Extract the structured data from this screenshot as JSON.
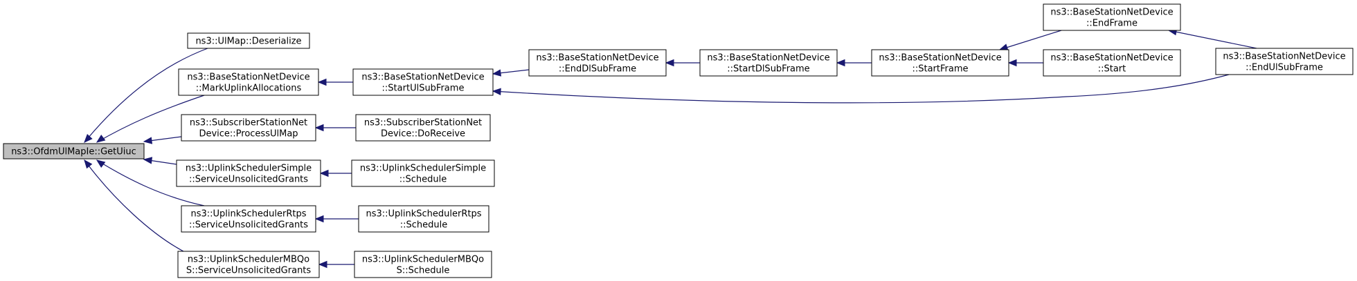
{
  "nodes": {
    "get_uiuc": {
      "lines": [
        "ns3::OfdmUlMapIe::GetUiuc"
      ]
    },
    "ulmap_deserialize": {
      "lines": [
        "ns3::UlMap::Deserialize"
      ]
    },
    "mark_uplink": {
      "lines": [
        "ns3::BaseStationNetDevice",
        "::MarkUplinkAllocations"
      ]
    },
    "process_ulmap": {
      "lines": [
        "ns3::SubscriberStationNet",
        "Device::ProcessUlMap"
      ]
    },
    "simple_grants": {
      "lines": [
        "ns3::UplinkSchedulerSimple",
        "::ServiceUnsolicitedGrants"
      ]
    },
    "rtps_grants": {
      "lines": [
        "ns3::UplinkSchedulerRtps",
        "::ServiceUnsolicitedGrants"
      ]
    },
    "mbqos_grants": {
      "lines": [
        "ns3::UplinkSchedulerMBQo",
        "S::ServiceUnsolicitedGrants"
      ]
    },
    "start_ul_subframe": {
      "lines": [
        "ns3::BaseStationNetDevice",
        "::StartUlSubFrame"
      ]
    },
    "do_receive": {
      "lines": [
        "ns3::SubscriberStationNet",
        "Device::DoReceive"
      ]
    },
    "simple_schedule": {
      "lines": [
        "ns3::UplinkSchedulerSimple",
        "::Schedule"
      ]
    },
    "rtps_schedule": {
      "lines": [
        "ns3::UplinkSchedulerRtps",
        "::Schedule"
      ]
    },
    "mbqos_schedule": {
      "lines": [
        "ns3::UplinkSchedulerMBQo",
        "S::Schedule"
      ]
    },
    "end_dl_subframe": {
      "lines": [
        "ns3::BaseStationNetDevice",
        "::EndDlSubFrame"
      ]
    },
    "start_dl_subframe": {
      "lines": [
        "ns3::BaseStationNetDevice",
        "::StartDlSubFrame"
      ]
    },
    "start_frame": {
      "lines": [
        "ns3::BaseStationNetDevice",
        "::StartFrame"
      ]
    },
    "end_frame": {
      "lines": [
        "ns3::BaseStationNetDevice",
        "::EndFrame"
      ]
    },
    "start": {
      "lines": [
        "ns3::BaseStationNetDevice",
        "::Start"
      ]
    },
    "end_ul_subframe": {
      "lines": [
        "ns3::BaseStationNetDevice",
        "::EndUlSubFrame"
      ]
    }
  },
  "edges": [
    {
      "from": "ulmap_deserialize",
      "to": "get_uiuc"
    },
    {
      "from": "mark_uplink",
      "to": "get_uiuc"
    },
    {
      "from": "process_ulmap",
      "to": "get_uiuc"
    },
    {
      "from": "simple_grants",
      "to": "get_uiuc"
    },
    {
      "from": "rtps_grants",
      "to": "get_uiuc"
    },
    {
      "from": "mbqos_grants",
      "to": "get_uiuc"
    },
    {
      "from": "start_ul_subframe",
      "to": "mark_uplink"
    },
    {
      "from": "do_receive",
      "to": "process_ulmap"
    },
    {
      "from": "simple_schedule",
      "to": "simple_grants"
    },
    {
      "from": "rtps_schedule",
      "to": "rtps_grants"
    },
    {
      "from": "mbqos_schedule",
      "to": "mbqos_grants"
    },
    {
      "from": "end_dl_subframe",
      "to": "start_ul_subframe"
    },
    {
      "from": "end_ul_subframe",
      "to": "start_ul_subframe"
    },
    {
      "from": "start_dl_subframe",
      "to": "end_dl_subframe"
    },
    {
      "from": "start_frame",
      "to": "start_dl_subframe"
    },
    {
      "from": "end_frame",
      "to": "start_frame"
    },
    {
      "from": "start",
      "to": "start_frame"
    },
    {
      "from": "end_ul_subframe",
      "to": "end_frame"
    }
  ],
  "colors": {
    "edge": "#191970",
    "root_fill": "#bfbfbf",
    "node_fill": "#ffffff",
    "node_border": "#000000"
  }
}
